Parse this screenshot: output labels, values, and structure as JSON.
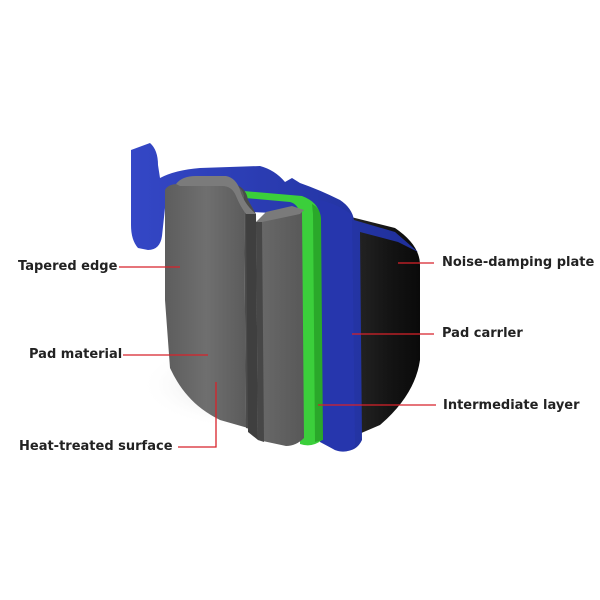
{
  "labels": {
    "tapered_edge": "Tapered edge",
    "pad_material": "Pad material",
    "heat_treated_surface": "Heat-treated surface",
    "noise_damping_plate": "Noise-damping plate",
    "pad_carrier": "Pad carrler",
    "intermediate_layer": "Intermediate layer"
  },
  "colors": {
    "background": "#ffffff",
    "pad_material": "#6b6b6b",
    "carrier_blue": "#2c3fb8",
    "intermediate_green": "#3fcf3f",
    "damping_plate_black": "#1a1a1a",
    "leader_line_red": "#d8222a"
  }
}
